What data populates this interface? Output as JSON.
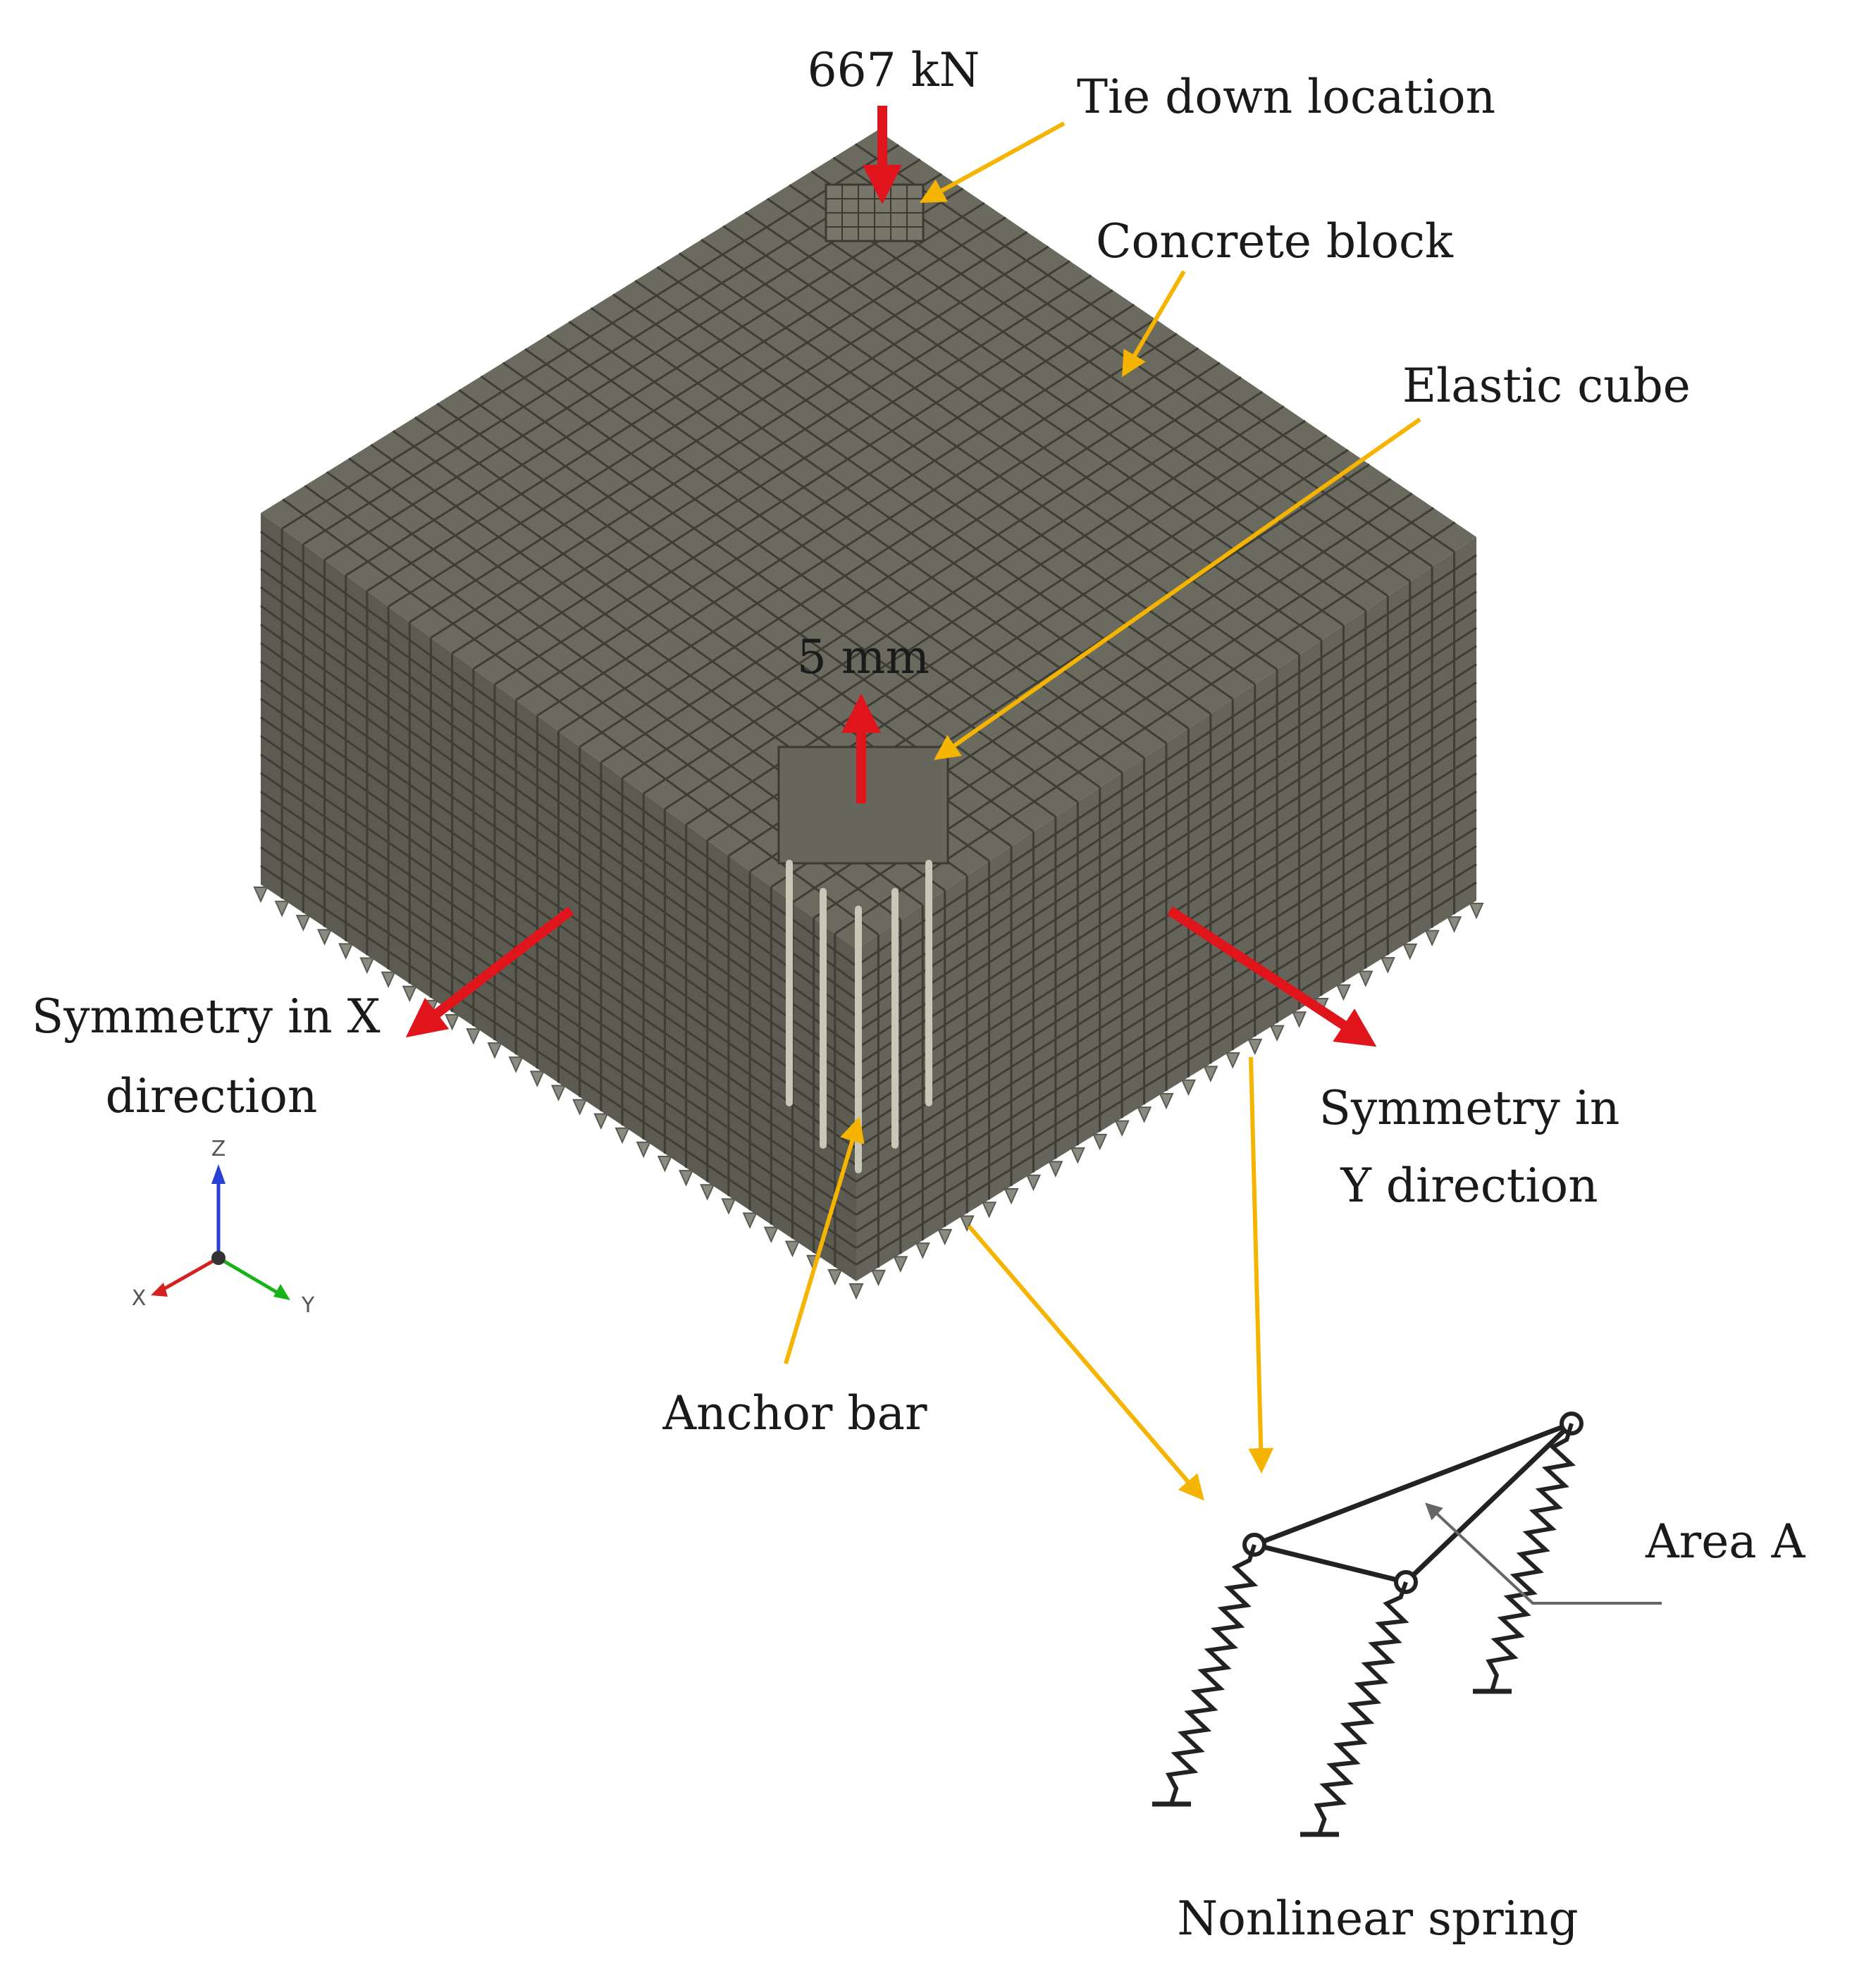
{
  "labels": {
    "load": "667 kN",
    "tie_down": "Tie down location",
    "concrete_block": "Concrete block",
    "elastic_cube": "Elastic cube",
    "displacement": "5 mm",
    "sym_x_line1": "Symmetry in X",
    "sym_x_line2": "direction",
    "sym_y_line1": "Symmetry in",
    "sym_y_line2": "Y direction",
    "anchor_bar": "Anchor bar",
    "area_a": "Area A",
    "nonlinear_spring": "Nonlinear spring"
  },
  "axes": {
    "z": "Z",
    "x": "X",
    "y": "Y"
  },
  "colors": {
    "block_top": "#6b6a5f",
    "block_left": "#5c5b51",
    "block_right": "#65645a",
    "mesh": "#3e3d36",
    "load_arrow": "#e0151b",
    "leader": "#f4b400",
    "axis_x": "#d62020",
    "axis_y": "#19b319",
    "axis_z": "#2a3fd6"
  }
}
